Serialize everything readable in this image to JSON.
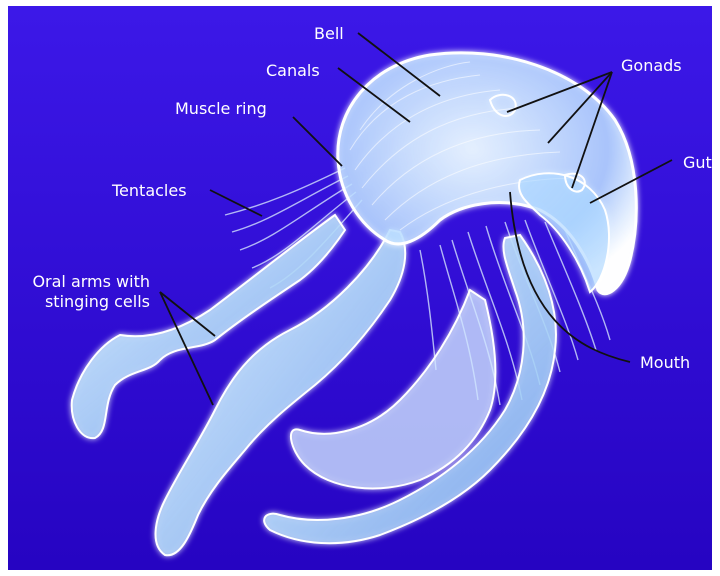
{
  "diagram": {
    "labels": {
      "bell": "Bell",
      "canals": "Canals",
      "muscle_ring": "Muscle ring",
      "tentacles": "Tentacles",
      "oral_arms_line1": "Oral arms with",
      "oral_arms_line2": "stinging cells",
      "gonads": "Gonads",
      "gut": "Gut",
      "mouth": "Mouth"
    },
    "colors": {
      "background_top": "#3a16e6",
      "background_bottom": "#2a05c8",
      "body_translucent": "#cfe9ff",
      "leader_lines": "#111111",
      "label_text": "#ffffff"
    }
  }
}
